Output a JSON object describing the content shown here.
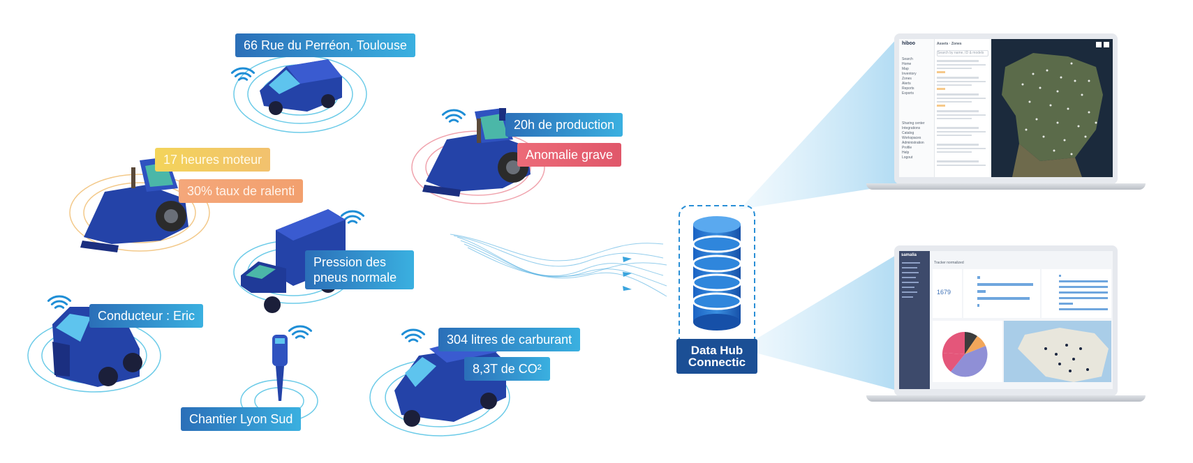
{
  "labels": {
    "address": "66 Rue du Perréon, Toulouse",
    "engine_hours": "17 heures moteur",
    "idle_rate": "30% taux de ralenti",
    "production": "20h de production",
    "anomaly": "Anomalie grave",
    "tire_pressure": "Pression des pneus normale",
    "driver": "Conducteur : Eric",
    "site": "Chantier Lyon Sud",
    "fuel": "304 litres de carburant",
    "co2": "8,3T de CO²"
  },
  "hub": {
    "line1": "Data Hub",
    "line2": "Connectic"
  },
  "laptop1": {
    "brand": "hiboo",
    "menu": [
      "Search",
      "Home",
      "Map",
      "Inventory",
      "Zones",
      "Alerts",
      "Reports",
      "Exports"
    ],
    "menu_bottom": [
      "Sharing center",
      "Integrations",
      "Catalog",
      "Workspaces",
      "Administration",
      "Profile",
      "Help",
      "Logout"
    ],
    "list_header": "Assets · Zones",
    "search_placeholder": "Search by name, ID & models"
  },
  "laptop2": {
    "brand": "samalia",
    "big_number": "1679",
    "filter": "Tracker normalized"
  },
  "colors": {
    "tag_blue": "#2b6fb8",
    "hub_dark": "#1b4f95",
    "vehicle_blue": "#2443a8"
  }
}
